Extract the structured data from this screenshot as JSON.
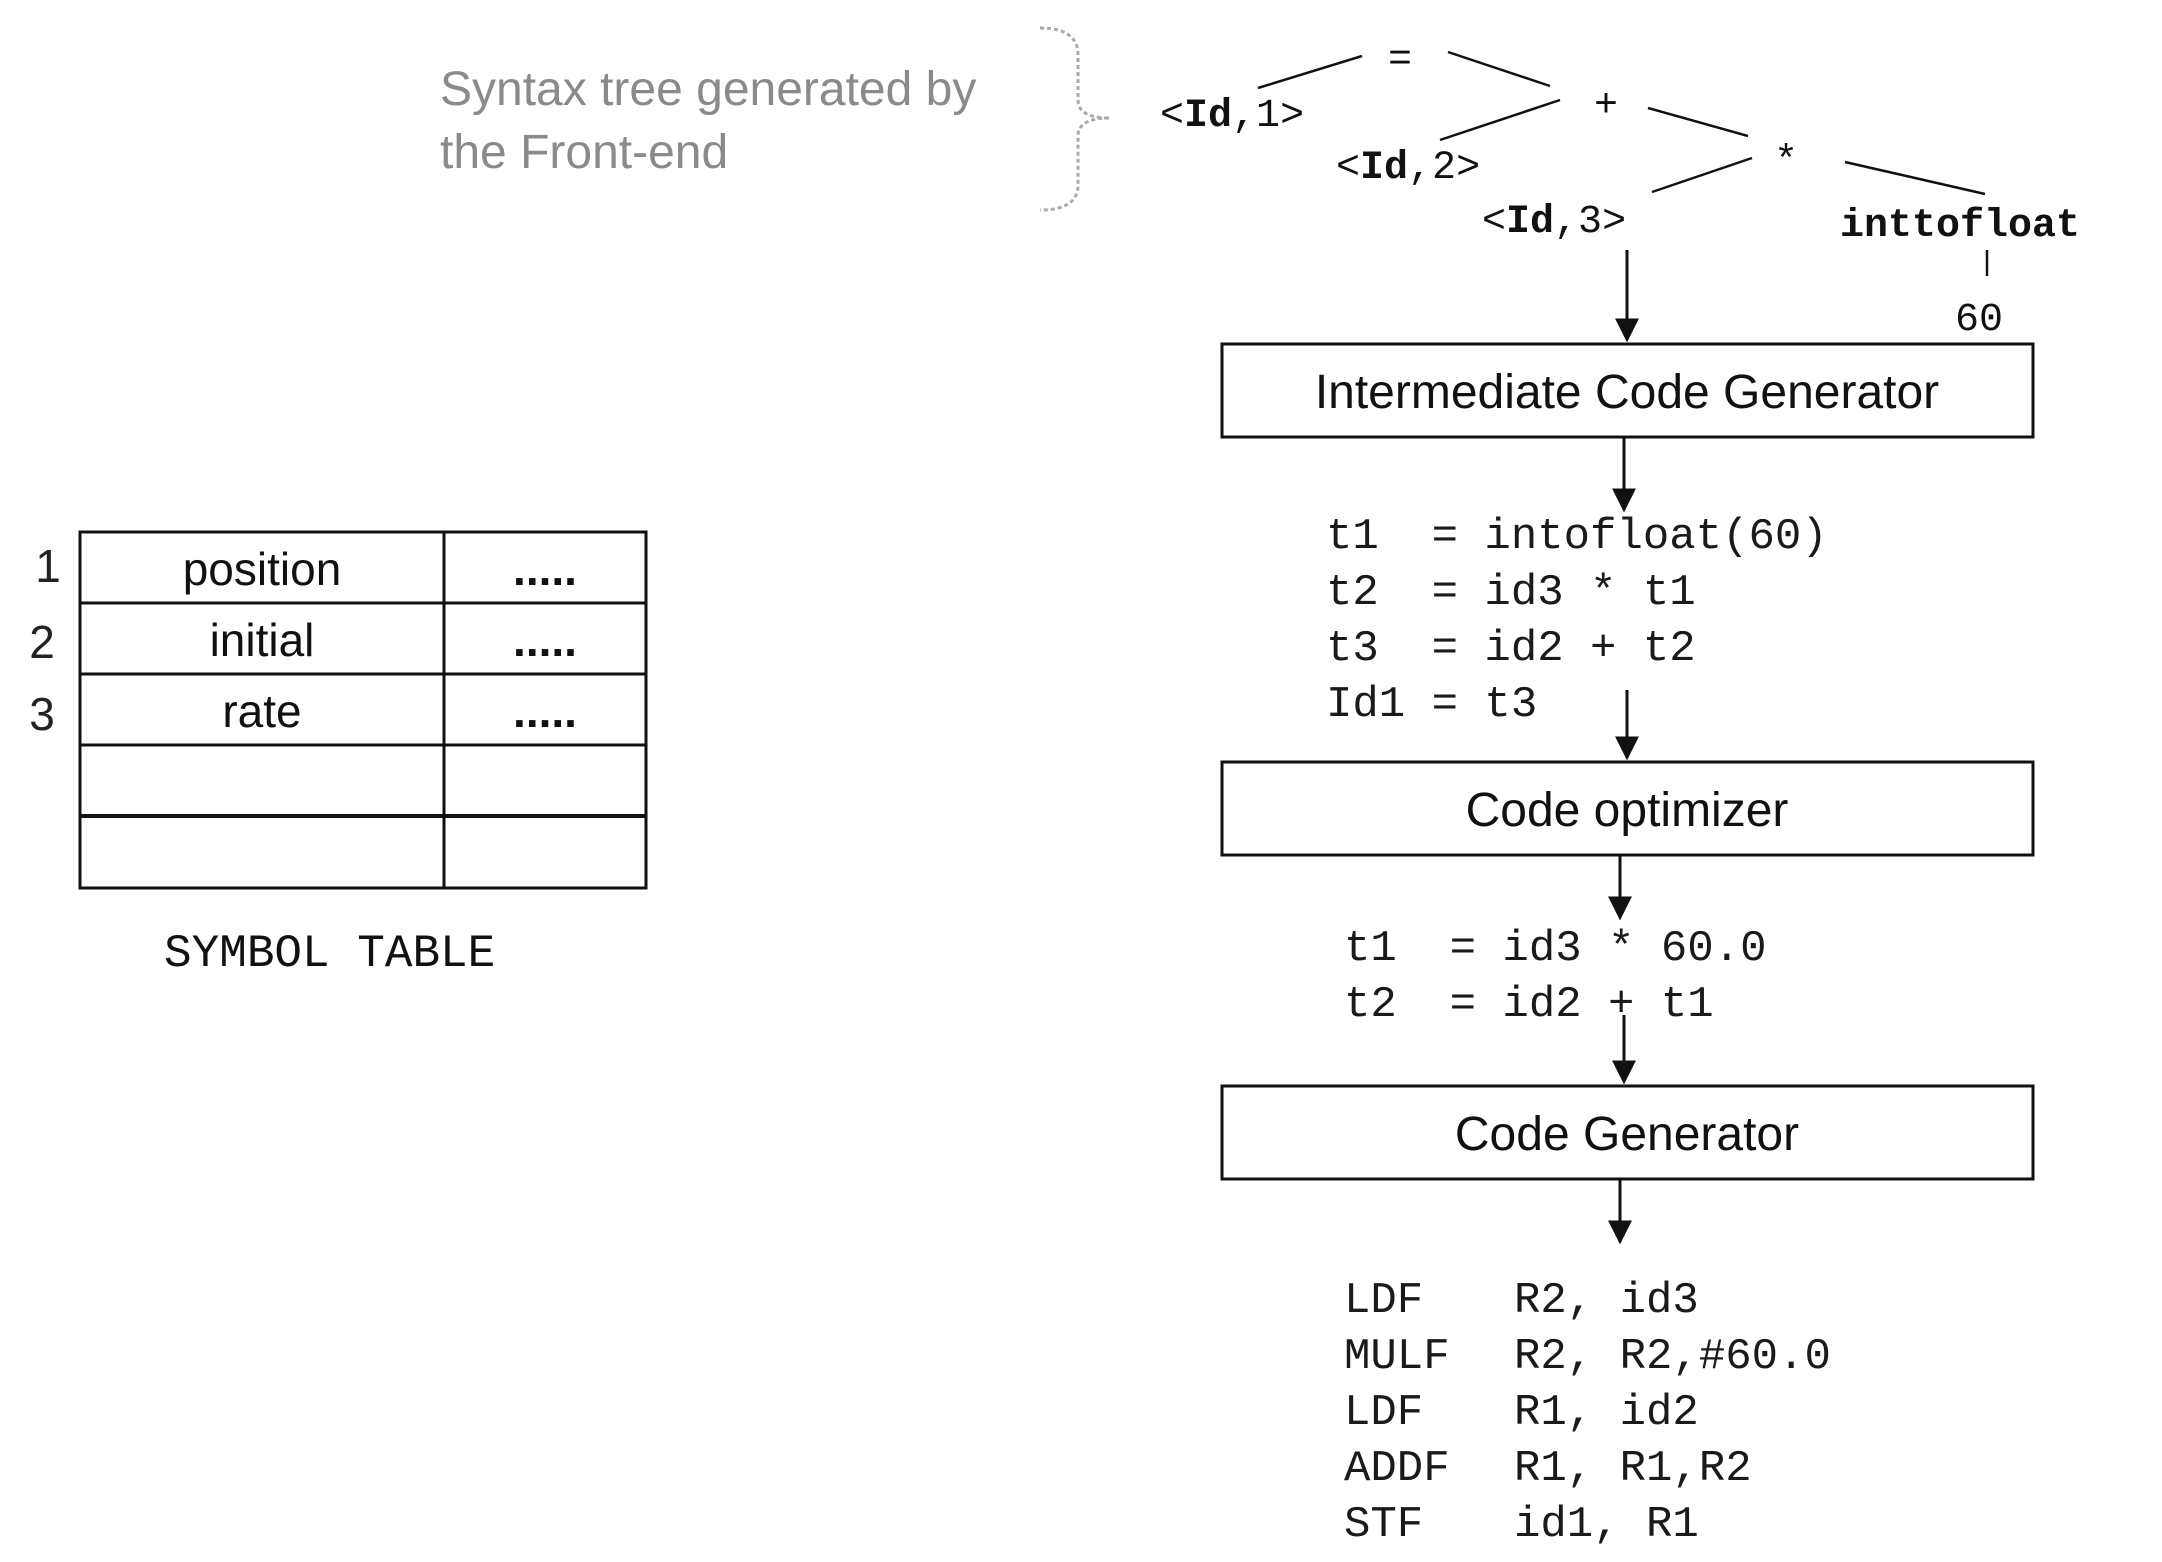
{
  "caption": {
    "line1": "Syntax tree generated by",
    "line2": "the Front-end"
  },
  "syntax_tree": {
    "assign": "=",
    "id1": {
      "name": "Id",
      "index": "1"
    },
    "plus": "+",
    "id2": {
      "name": "Id",
      "index": "2"
    },
    "times": "*",
    "id3": {
      "name": "Id",
      "index": "3"
    },
    "inttofloat": "inttofloat",
    "sixty": "60"
  },
  "stages": {
    "intermediate": "Intermediate Code Generator",
    "optimizer": "Code optimizer",
    "generator": "Code Generator"
  },
  "intermediate_code": [
    "t1  = intofloat(60)",
    "t2  = id3 * t1",
    "t3  = id2 + t2",
    "Id1 = t3"
  ],
  "optimized_code": [
    "t1  = id3 * 60.0",
    "t2  = id2 + t1"
  ],
  "target_code": [
    {
      "op": "LDF",
      "args": "R2, id3"
    },
    {
      "op": "MULF",
      "args": "R2, R2,#60.0"
    },
    {
      "op": "LDF",
      "args": "R1, id2"
    },
    {
      "op": "ADDF",
      "args": "R1, R1,R2"
    },
    {
      "op": "STF",
      "args": "id1, R1"
    }
  ],
  "symbol_table": {
    "title": "SYMBOL TABLE",
    "rows": [
      {
        "num": "1",
        "name": "position",
        "info": "....."
      },
      {
        "num": "2",
        "name": "initial",
        "info": "....."
      },
      {
        "num": "3",
        "name": "rate",
        "info": "....."
      },
      {
        "num": "",
        "name": "",
        "info": ""
      },
      {
        "num": "",
        "name": "",
        "info": ""
      }
    ]
  }
}
